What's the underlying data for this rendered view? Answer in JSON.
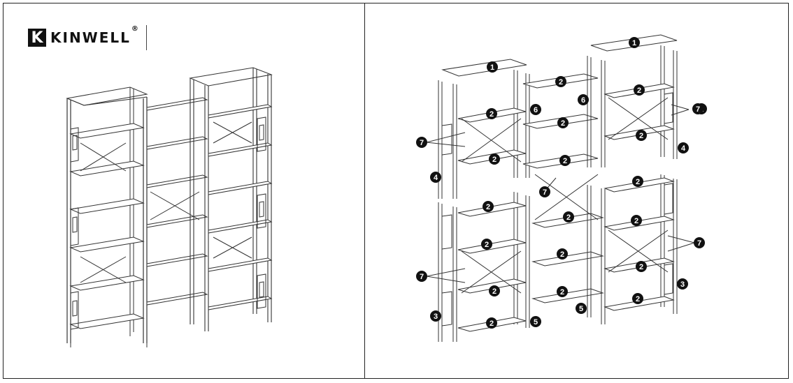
{
  "brand": {
    "logo_mark": "K",
    "name": "KINWELL",
    "registered": "®"
  },
  "callouts": [
    {
      "id": "c1a",
      "n": "1"
    },
    {
      "id": "c1b",
      "n": "1"
    },
    {
      "id": "c2a",
      "n": "2"
    },
    {
      "id": "c2b",
      "n": "2"
    },
    {
      "id": "c2c",
      "n": "2"
    },
    {
      "id": "c2d",
      "n": "2"
    },
    {
      "id": "c2e",
      "n": "2"
    },
    {
      "id": "c2f",
      "n": "2"
    },
    {
      "id": "c2g",
      "n": "2"
    },
    {
      "id": "c2h",
      "n": "2"
    },
    {
      "id": "c2i",
      "n": "2"
    },
    {
      "id": "c2j",
      "n": "2"
    },
    {
      "id": "c2k",
      "n": "2"
    },
    {
      "id": "c2l",
      "n": "2"
    },
    {
      "id": "c2m",
      "n": "2"
    },
    {
      "id": "c2n",
      "n": "2"
    },
    {
      "id": "c2o",
      "n": "2"
    },
    {
      "id": "c2p",
      "n": "2"
    },
    {
      "id": "c2q",
      "n": "2"
    },
    {
      "id": "c2r",
      "n": "2"
    },
    {
      "id": "c2s",
      "n": "2"
    },
    {
      "id": "c2t",
      "n": "2"
    },
    {
      "id": "c3a",
      "n": "3"
    },
    {
      "id": "c3b",
      "n": "3"
    },
    {
      "id": "c4a",
      "n": "4"
    },
    {
      "id": "c4b",
      "n": "4"
    },
    {
      "id": "c5a",
      "n": "5"
    },
    {
      "id": "c5b",
      "n": "5"
    },
    {
      "id": "c6a",
      "n": "6"
    },
    {
      "id": "c6b",
      "n": "6"
    },
    {
      "id": "c7a",
      "n": "7"
    },
    {
      "id": "c7b",
      "n": "7"
    },
    {
      "id": "c7c",
      "n": "7"
    },
    {
      "id": "c7d",
      "n": "7"
    },
    {
      "id": "c7e",
      "n": "7"
    }
  ]
}
